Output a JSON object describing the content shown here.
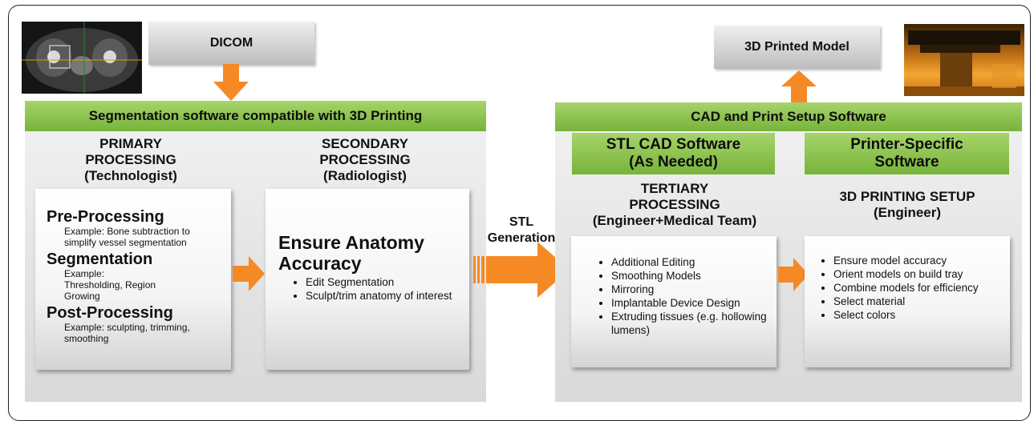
{
  "top": {
    "dicom_label": "DICOM",
    "printed_model_label": "3D Printed Model"
  },
  "left_panel": {
    "title": "Segmentation software compatible with 3D Printing",
    "primary": {
      "heading": "PRIMARY\nPROCESSING\n(Technologist)",
      "sections": [
        {
          "title": "Pre-Processing",
          "example": "Example: Bone subtraction to simplify vessel segmentation"
        },
        {
          "title": "Segmentation",
          "example": "Example: Thresholding, Region Growing"
        },
        {
          "title": "Post-Processing",
          "example": "Example: sculpting, trimming, smoothing"
        }
      ]
    },
    "secondary": {
      "heading": "SECONDARY\nPROCESSING\n(Radiologist)",
      "title": "Ensure Anatomy Accuracy",
      "items": [
        "Edit Segmentation",
        "Sculpt/trim anatomy of interest"
      ]
    }
  },
  "middle": {
    "stl_label": "STL\nGeneration"
  },
  "right_panel": {
    "title": "CAD and Print Setup Software",
    "stl_cad": {
      "green_label": "STL CAD Software\n(As Needed)",
      "heading": "TERTIARY\nPROCESSING\n(Engineer+Medical Team)",
      "items": [
        "Additional Editing",
        "Smoothing Models",
        "Mirroring",
        "Implantable Device Design",
        "Extruding tissues (e.g. hollowing lumens)"
      ]
    },
    "printer": {
      "green_label": "Printer-Specific\nSoftware",
      "heading": "3D PRINTING SETUP\n(Engineer)",
      "items": [
        "Ensure model accuracy",
        "Orient models on build tray",
        "Combine models for efficiency",
        "Select material",
        "Select colors"
      ]
    }
  },
  "colors": {
    "arrow": "#f58a24",
    "green": "#8cc550",
    "panel": "#dedede"
  },
  "icons": [
    "ct-scan-thumbnail",
    "3d-printer-thumbnail"
  ]
}
